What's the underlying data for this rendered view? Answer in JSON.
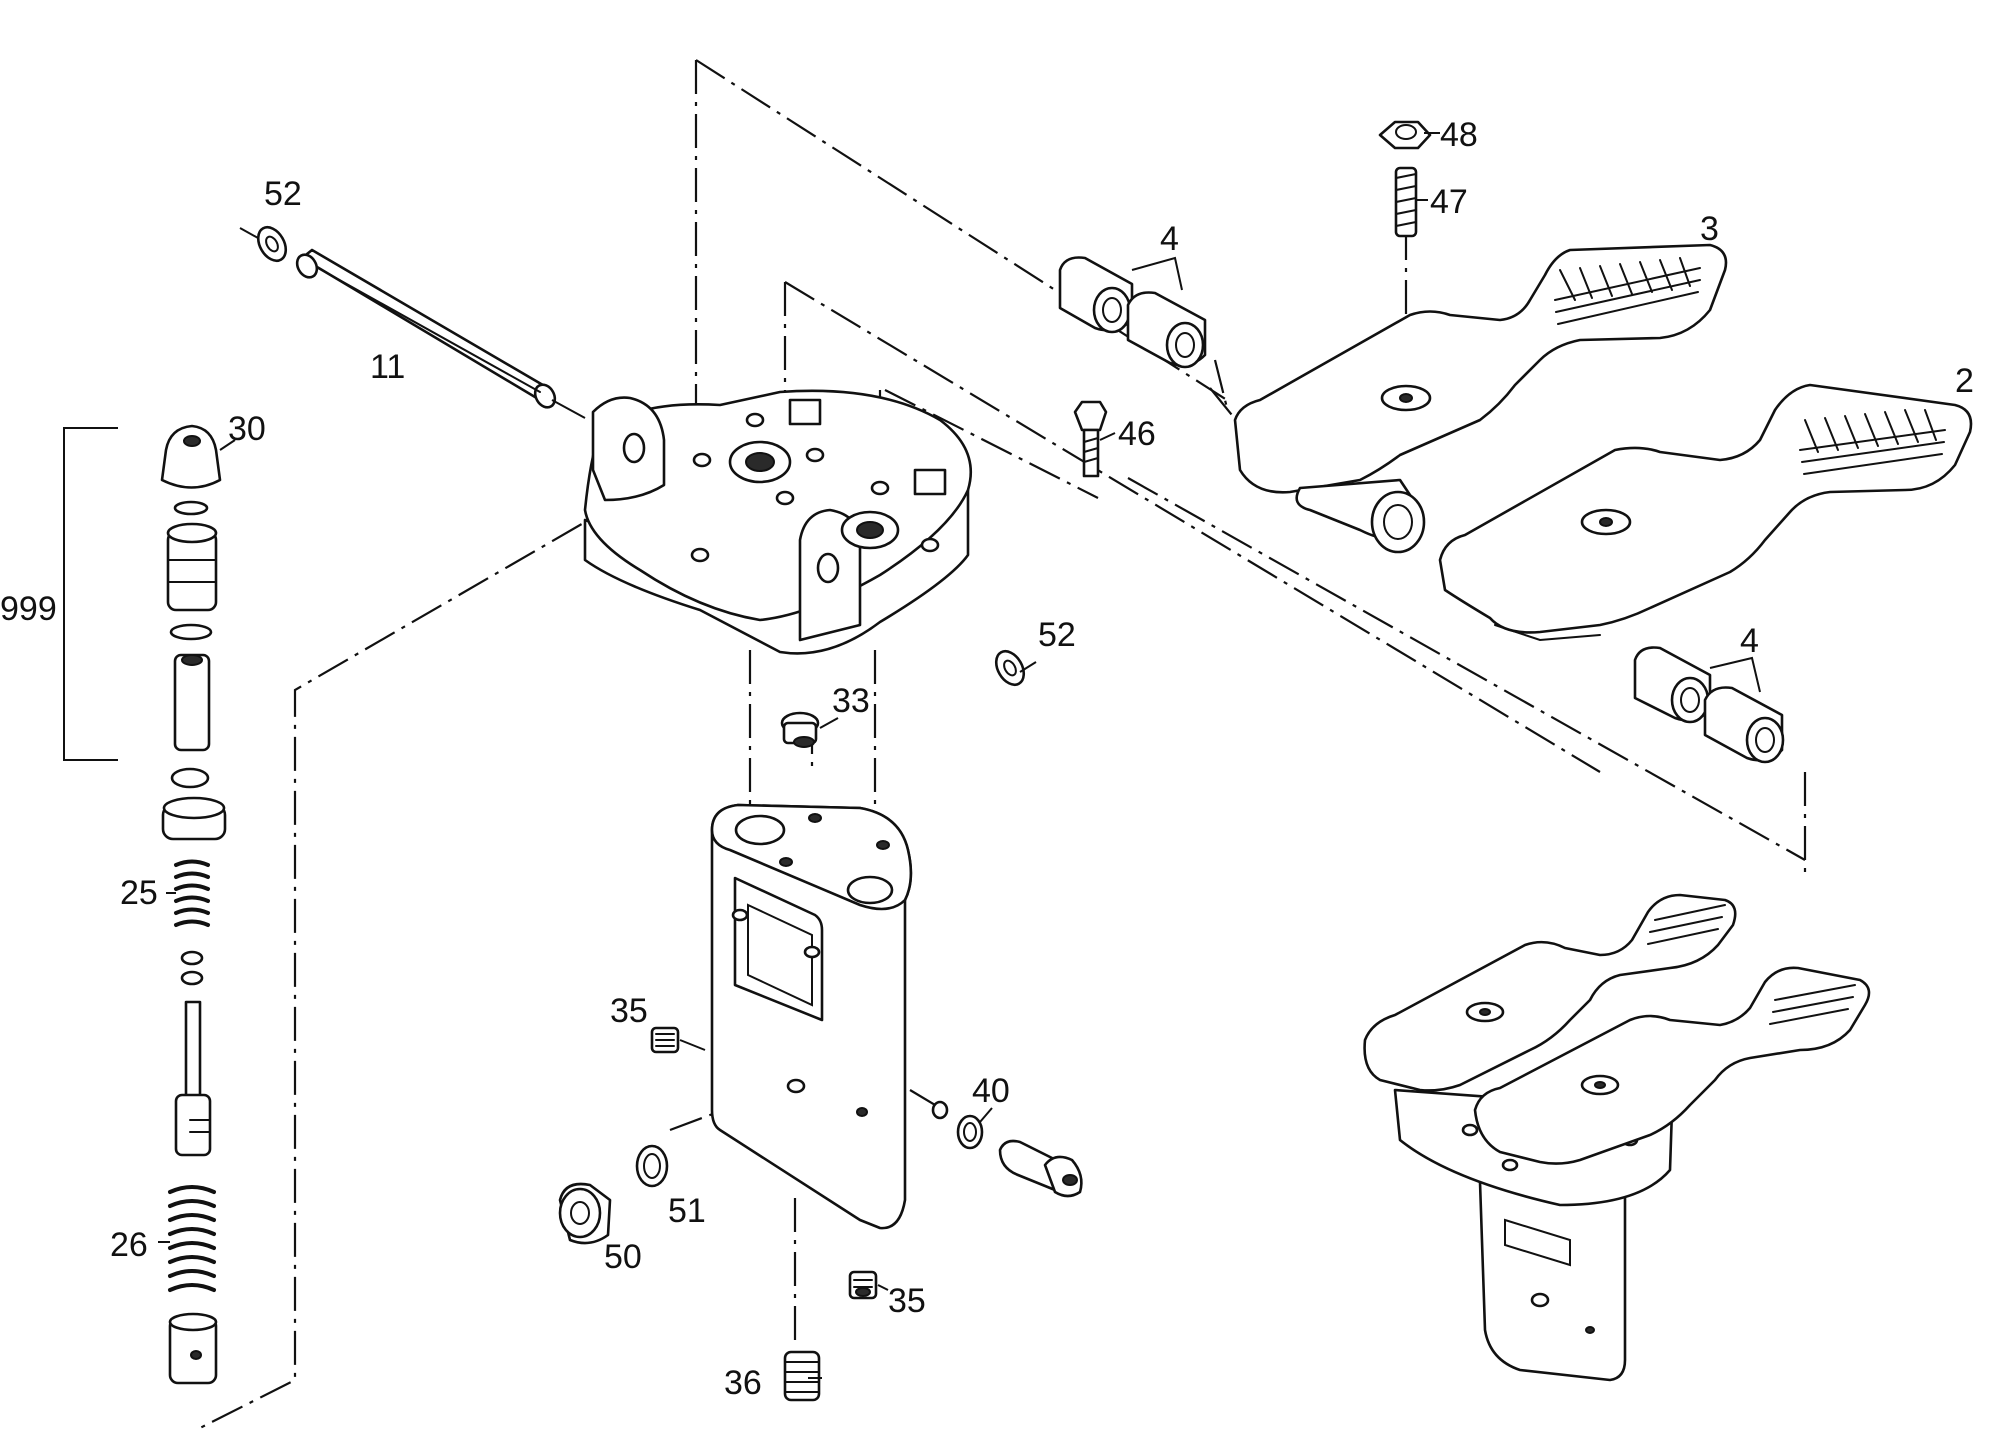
{
  "diagram": {
    "labels": {
      "p52_top": "52",
      "p11": "11",
      "p30": "30",
      "p999": "999",
      "p25": "25",
      "p26": "26",
      "p4_top": "4",
      "p48": "48",
      "p47": "47",
      "p3": "3",
      "p2": "2",
      "p46": "46",
      "p52_mid": "52",
      "p4_bottom": "4",
      "p33": "33",
      "p35_left": "35",
      "p40": "40",
      "p51": "51",
      "p50": "50",
      "p35_bottom": "35",
      "p36": "36"
    }
  }
}
